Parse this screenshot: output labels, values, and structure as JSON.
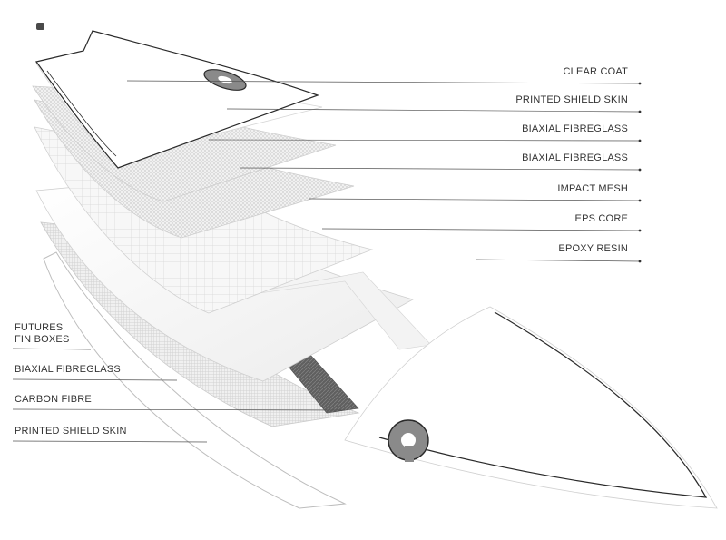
{
  "diagram": {
    "labels_right": [
      {
        "id": "clear-coat",
        "text": "CLEAR COAT"
      },
      {
        "id": "printed-shield-skin-top",
        "text": "PRINTED SHIELD SKIN"
      },
      {
        "id": "biaxial-fibreglass-1",
        "text": "BIAXIAL FIBREGLASS"
      },
      {
        "id": "biaxial-fibreglass-2",
        "text": "BIAXIAL FIBREGLASS"
      },
      {
        "id": "impact-mesh",
        "text": "IMPACT MESH"
      },
      {
        "id": "eps-core",
        "text": "EPS CORE"
      },
      {
        "id": "epoxy-resin",
        "text": "EPOXY RESIN"
      }
    ],
    "labels_left": [
      {
        "id": "futures-fin-boxes",
        "text": "FUTURES\nFIN BOXES"
      },
      {
        "id": "biaxial-fibreglass-bottom",
        "text": "BIAXIAL FIBREGLASS"
      },
      {
        "id": "carbon-fibre",
        "text": "CARBON FIBRE"
      },
      {
        "id": "printed-shield-skin-bottom",
        "text": "PRINTED SHIELD SKIN"
      }
    ],
    "colors": {
      "leader_line": "#555555",
      "outline": "#2a2a2a",
      "carbon": "#6e6e6e",
      "logo": "#8a8a8a"
    }
  }
}
